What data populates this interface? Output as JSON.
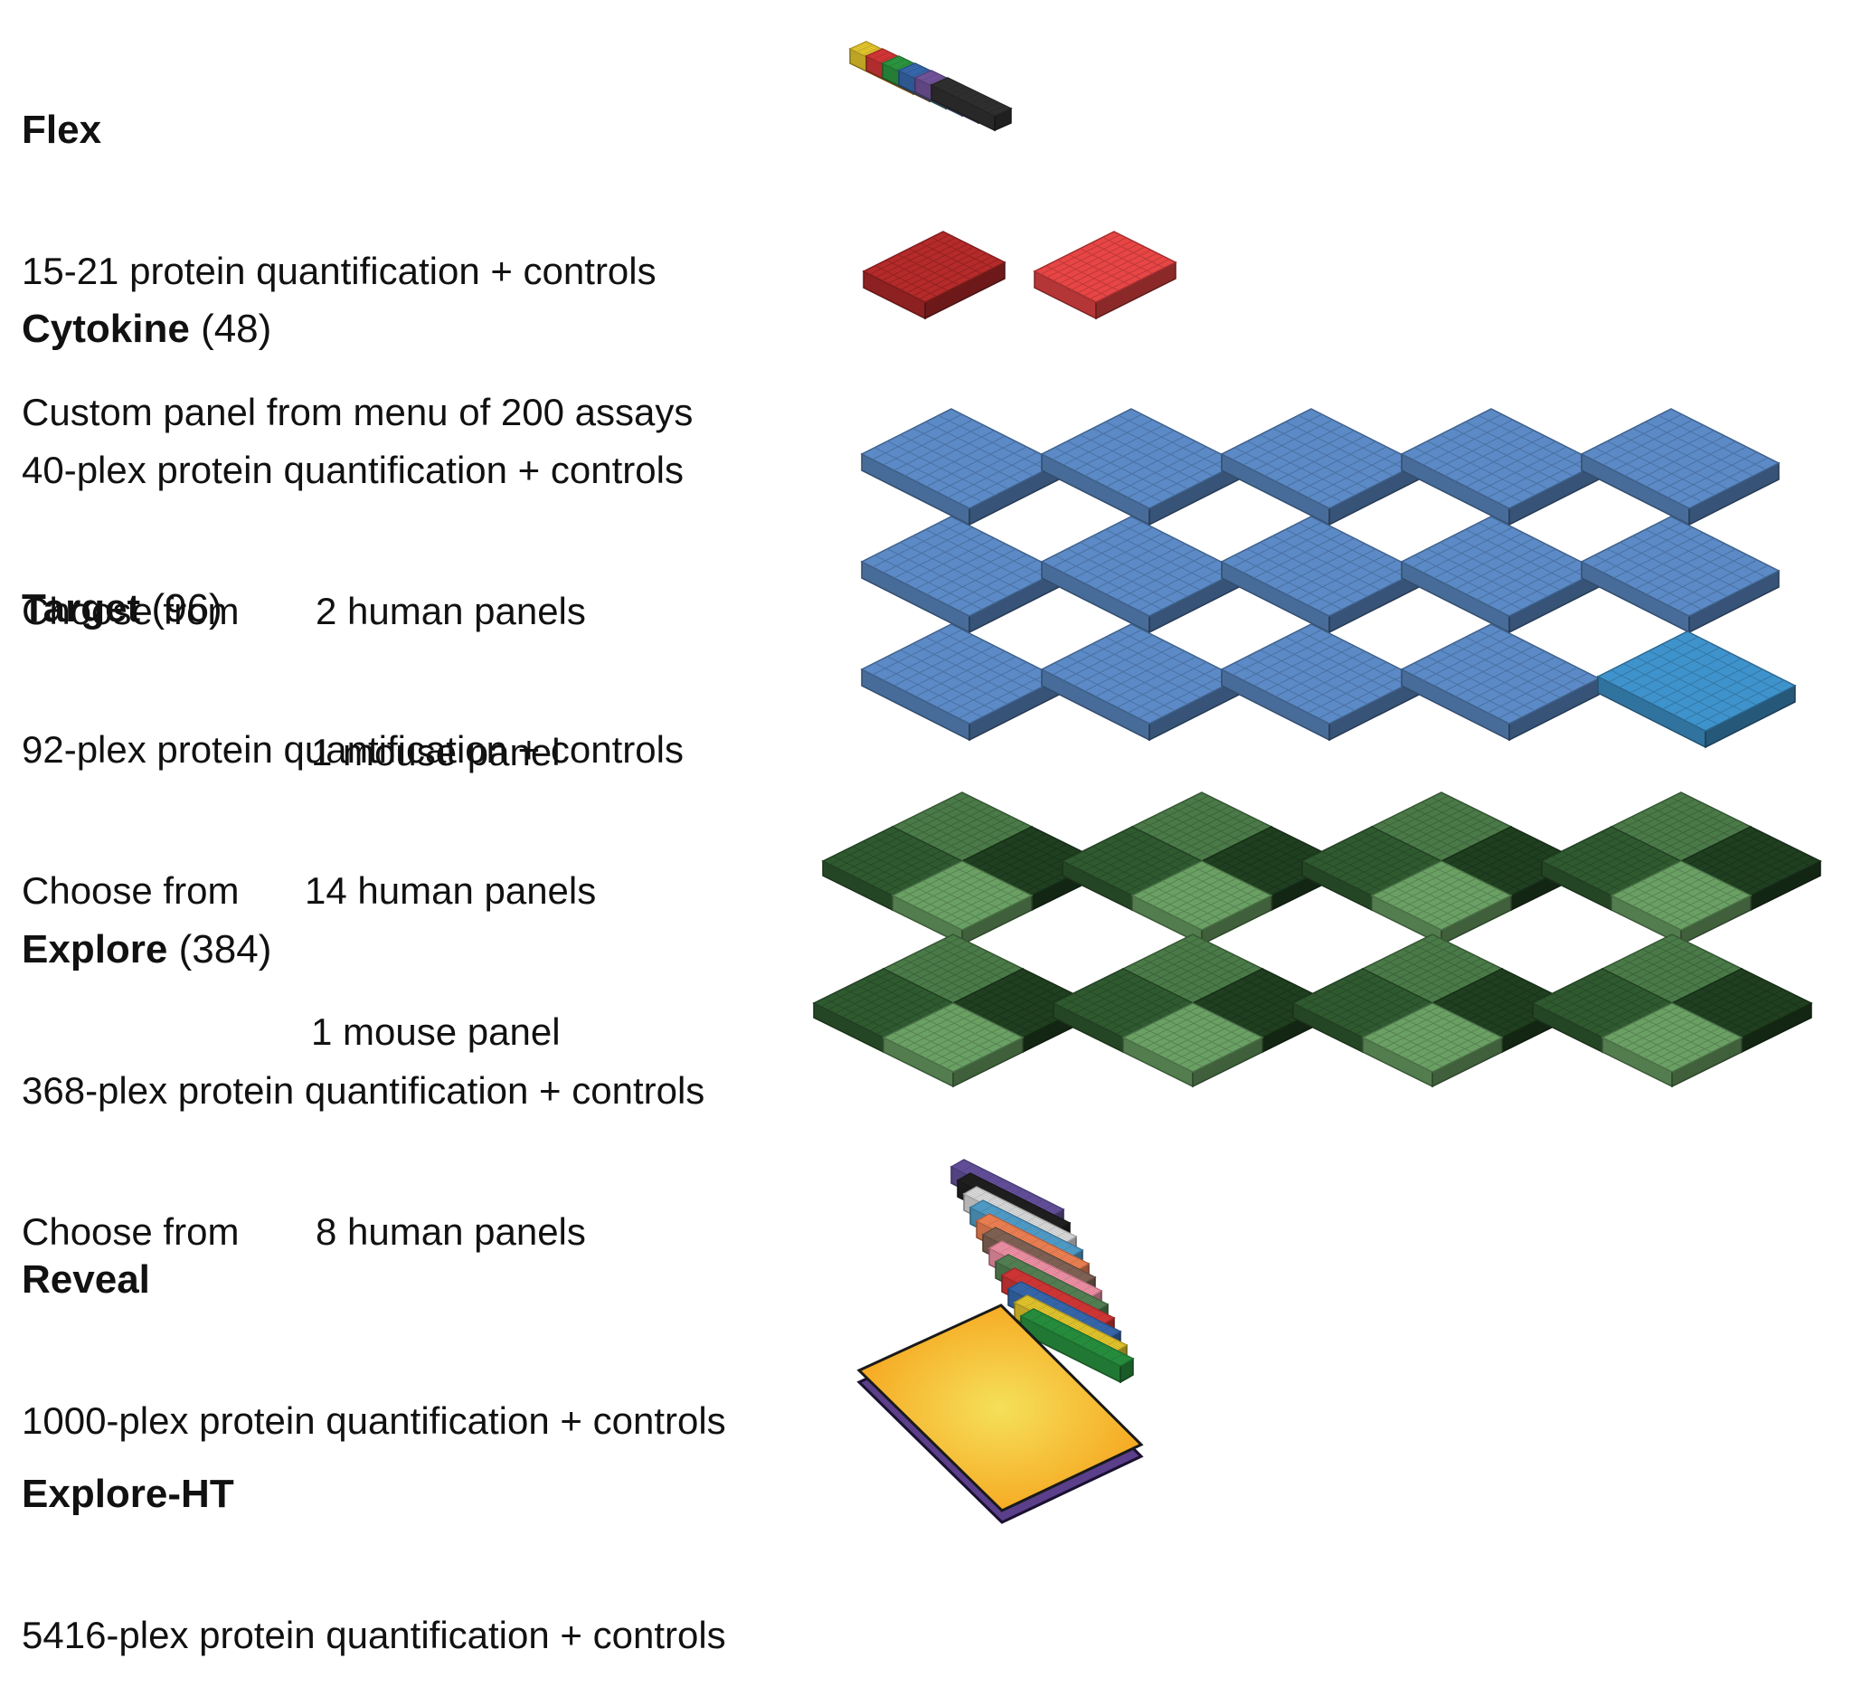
{
  "sections": [
    {
      "name": "Flex",
      "count": "",
      "lines": [
        "15-21 protein quantification + controls",
        "Custom panel from menu of 200 assays"
      ]
    },
    {
      "name": "Cytokine",
      "count": "(48)",
      "lines": [
        "40-plex protein quantification + controls",
        "Choose from",
        "2 human panels",
        "1 mouse panel"
      ]
    },
    {
      "name": "Target",
      "count": "(96)",
      "lines": [
        "92-plex protein quantification + controls",
        "Choose from",
        "14 human panels",
        "1 mouse panel"
      ]
    },
    {
      "name": "Explore",
      "count": "(384)",
      "lines": [
        "368-plex protein quantification + controls",
        "Choose from",
        "8 human panels"
      ]
    },
    {
      "name": "Reveal",
      "count": "",
      "lines": [
        "1000-plex protein quantification + controls"
      ]
    },
    {
      "name": "Explore-HT",
      "count": "",
      "lines": [
        "5416-plex protein quantification + controls"
      ]
    }
  ],
  "colors": {
    "flex_strips": [
      "#f2d230",
      "#e03a3a",
      "#2ea043",
      "#3a6fb8",
      "#7a5aa6",
      "#333333"
    ],
    "cytokine": [
      "#b52a2a",
      "#e84545"
    ],
    "target": "#5b8ac6",
    "target_highlight": "#3f93cc",
    "explore": [
      "#2f5a30",
      "#4a7a48",
      "#1f3f20",
      "#6aa064"
    ],
    "reveal_strips": [
      "#6a55a6",
      "#222222",
      "#e8e8e8",
      "#56a8d8",
      "#ff8a5a",
      "#8a6a5a",
      "#ff9ab0",
      "#5a8a5a",
      "#e23a3a",
      "#3a6fb8",
      "#f2d230",
      "#2a9a43"
    ],
    "explore_ht": [
      "#f7a11a",
      "#f5e05a",
      "#5b3f8a"
    ]
  }
}
